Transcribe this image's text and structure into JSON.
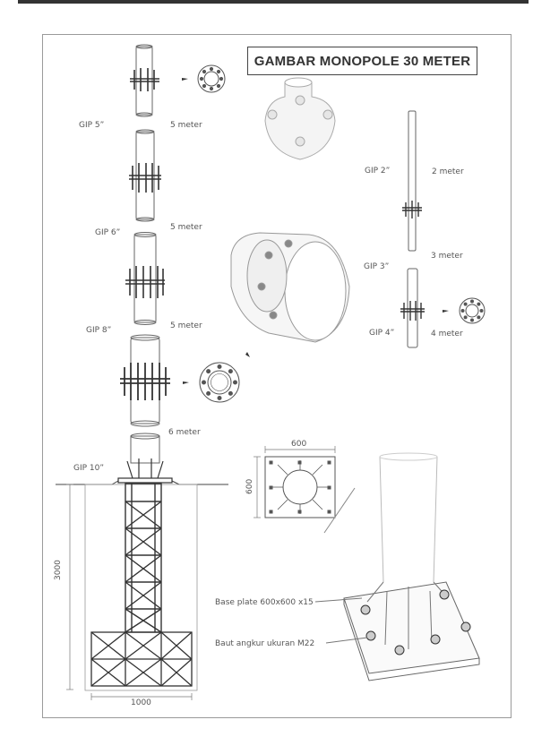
{
  "title": "GAMBAR MONOPOLE 30 METER",
  "pipes": [
    {
      "size": "GIP 5”",
      "length": "5 meter"
    },
    {
      "size": "GIP 6”",
      "length": "5 meter"
    },
    {
      "size": "GIP 8”",
      "length": "5 meter"
    },
    {
      "size": "GIP 10”",
      "length": "6 meter"
    }
  ],
  "top_pipes": [
    {
      "size": "GIP 2”",
      "length": "2 meter"
    },
    {
      "size": "GIP 3”",
      "length": "3 meter"
    },
    {
      "size": "GIP 4”",
      "length": "4 meter"
    }
  ],
  "foundation": {
    "depth": "3000",
    "width": "1000"
  },
  "base_plate": {
    "width": "600",
    "height": "600",
    "spec": "Base plate 600x600 x15",
    "bolt": "Baut angkur ukuran M22"
  },
  "colors": {
    "line": "#6a6a6a",
    "dark": "#333333"
  }
}
